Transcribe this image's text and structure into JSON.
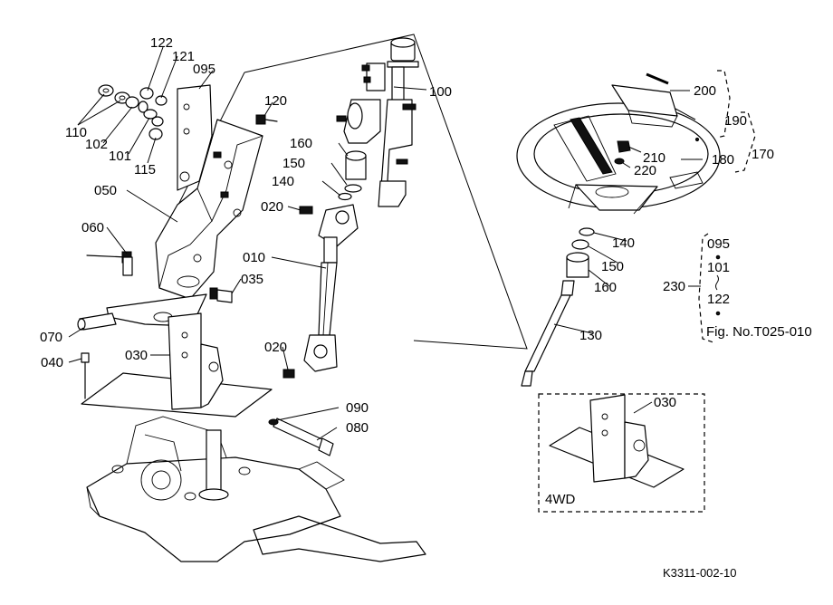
{
  "labels": {
    "p122a": "122",
    "p121": "121",
    "p095a": "095",
    "p110": "110",
    "p102": "102",
    "p101a": "101",
    "p115": "115",
    "p120": "120",
    "p100": "100",
    "p160a": "160",
    "p150a": "150",
    "p140a": "140",
    "p020a": "020",
    "p050": "050",
    "p060": "060",
    "p010": "010",
    "p035": "035",
    "p070": "070",
    "p030a": "030",
    "p040": "040",
    "p020b": "020",
    "p090": "090",
    "p080": "080",
    "p200": "200",
    "p190": "190",
    "p170": "170",
    "p180": "180",
    "p210": "210",
    "p220": "220",
    "p140b": "140",
    "p150b": "150",
    "p160b": "160",
    "p130": "130",
    "p230": "230",
    "p095b": "095",
    "p101b": "101",
    "p122b": "122",
    "p030b": "030"
  },
  "figure_ref": "Fig. No.T025-010",
  "inset_label": "4WD",
  "drawing_number": "K3311-002-10"
}
